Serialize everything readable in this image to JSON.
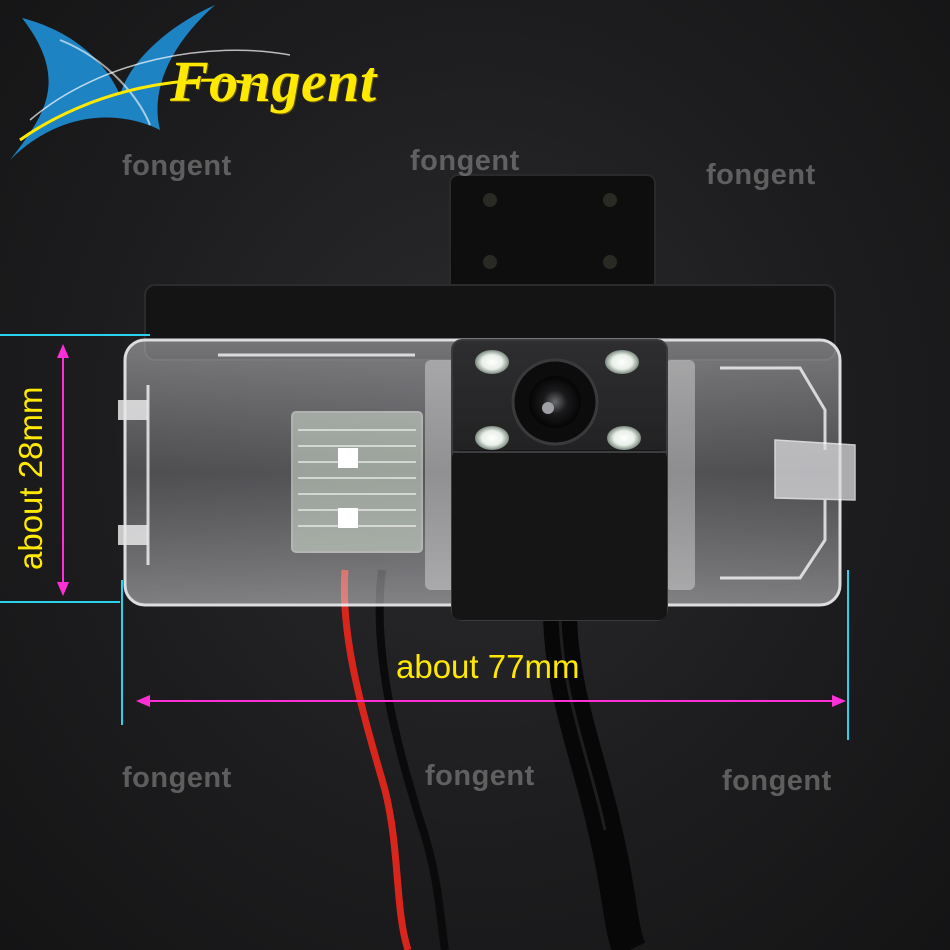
{
  "brand": {
    "name": "Fongent",
    "logo_icon": "swoosh-logo-icon"
  },
  "watermarks": [
    "fongent",
    "fongent",
    "fongent",
    "fongent",
    "fongent",
    "fongent"
  ],
  "dimensions": {
    "width_label": "about 77mm",
    "height_label": "about 28mm"
  },
  "colors": {
    "brand_text": "#ffe900",
    "logo_blue": "#1e8fd6",
    "dimension_arrow": "#ff2fd6",
    "extension_line": "#2ad2ee",
    "wire_red": "#d8261c"
  }
}
